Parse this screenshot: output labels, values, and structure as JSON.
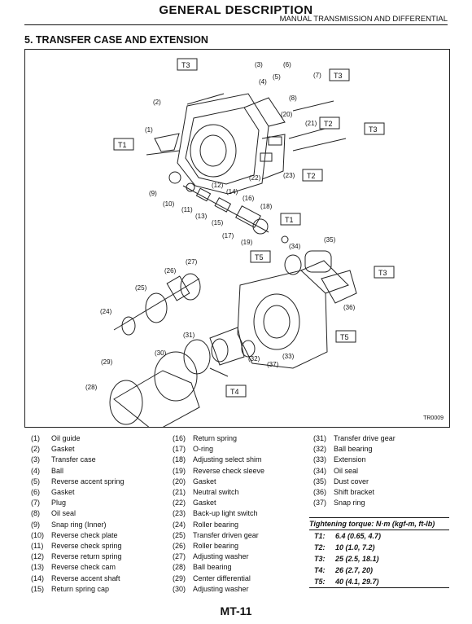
{
  "header": {
    "title": "GENERAL DESCRIPTION",
    "subtitle": "MANUAL TRANSMISSION AND DIFFERENTIAL"
  },
  "section_title": "5.  TRANSFER CASE AND EXTENSION",
  "figure_code": "TR0009",
  "diagram_labels": {
    "callouts": [
      "(1)",
      "(2)",
      "(3)",
      "(4)",
      "(5)",
      "(6)",
      "(7)",
      "(8)",
      "(9)",
      "(10)",
      "(11)",
      "(12)",
      "(13)",
      "(14)",
      "(15)",
      "(16)",
      "(17)",
      "(18)",
      "(19)",
      "(20)",
      "(21)",
      "(22)",
      "(23)",
      "(24)",
      "(25)",
      "(26)",
      "(27)",
      "(28)",
      "(29)",
      "(30)",
      "(31)",
      "(32)",
      "(33)",
      "(34)",
      "(35)",
      "(36)",
      "(37)"
    ],
    "torque_tags": [
      "T1",
      "T2",
      "T3",
      "T4",
      "T5"
    ]
  },
  "parts": [
    {
      "num": "(1)",
      "name": "Oil guide"
    },
    {
      "num": "(2)",
      "name": "Gasket"
    },
    {
      "num": "(3)",
      "name": "Transfer case"
    },
    {
      "num": "(4)",
      "name": "Ball"
    },
    {
      "num": "(5)",
      "name": "Reverse accent spring"
    },
    {
      "num": "(6)",
      "name": "Gasket"
    },
    {
      "num": "(7)",
      "name": "Plug"
    },
    {
      "num": "(8)",
      "name": "Oil seal"
    },
    {
      "num": "(9)",
      "name": "Snap ring (Inner)"
    },
    {
      "num": "(10)",
      "name": "Reverse check plate"
    },
    {
      "num": "(11)",
      "name": "Reverse check spring"
    },
    {
      "num": "(12)",
      "name": "Reverse return spring"
    },
    {
      "num": "(13)",
      "name": "Reverse check cam"
    },
    {
      "num": "(14)",
      "name": "Reverse accent shaft"
    },
    {
      "num": "(15)",
      "name": "Return spring cap"
    },
    {
      "num": "(16)",
      "name": "Return spring"
    },
    {
      "num": "(17)",
      "name": "O-ring"
    },
    {
      "num": "(18)",
      "name": "Adjusting select shim"
    },
    {
      "num": "(19)",
      "name": "Reverse check sleeve"
    },
    {
      "num": "(20)",
      "name": "Gasket"
    },
    {
      "num": "(21)",
      "name": "Neutral switch"
    },
    {
      "num": "(22)",
      "name": "Gasket"
    },
    {
      "num": "(23)",
      "name": "Back-up light switch"
    },
    {
      "num": "(24)",
      "name": "Roller bearing"
    },
    {
      "num": "(25)",
      "name": "Transfer driven gear"
    },
    {
      "num": "(26)",
      "name": "Roller bearing"
    },
    {
      "num": "(27)",
      "name": "Adjusting washer"
    },
    {
      "num": "(28)",
      "name": "Ball bearing"
    },
    {
      "num": "(29)",
      "name": "Center differential"
    },
    {
      "num": "(30)",
      "name": "Adjusting washer"
    },
    {
      "num": "(31)",
      "name": "Transfer drive gear"
    },
    {
      "num": "(32)",
      "name": "Ball bearing"
    },
    {
      "num": "(33)",
      "name": "Extension"
    },
    {
      "num": "(34)",
      "name": "Oil seal"
    },
    {
      "num": "(35)",
      "name": "Dust cover"
    },
    {
      "num": "(36)",
      "name": "Shift bracket"
    },
    {
      "num": "(37)",
      "name": "Snap ring"
    }
  ],
  "torque": {
    "heading": "Tightening torque: N·m (kgf-m, ft-lb)",
    "rows": [
      {
        "code": "T1:",
        "value": "6.4 (0.65, 4.7)"
      },
      {
        "code": "T2:",
        "value": "10 (1.0, 7.2)"
      },
      {
        "code": "T3:",
        "value": "25 (2.5, 18.1)"
      },
      {
        "code": "T4:",
        "value": "26 (2.7, 20)"
      },
      {
        "code": "T5:",
        "value": "40 (4.1, 29.7)"
      }
    ]
  },
  "footer": {
    "page_code": "MT-11"
  }
}
